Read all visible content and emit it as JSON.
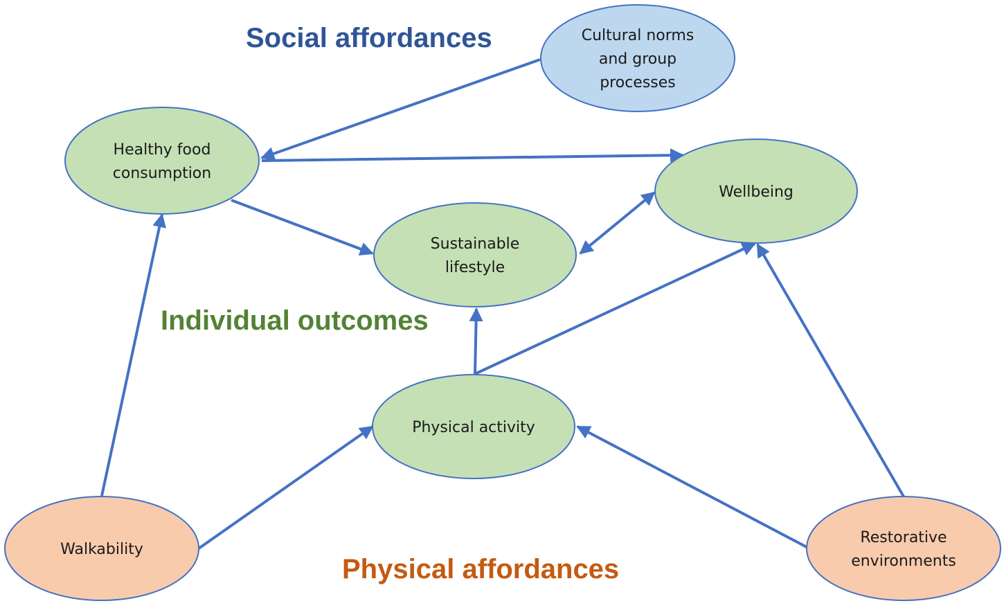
{
  "colors": {
    "social": "#2f5597",
    "individual": "#548235",
    "physical": "#c55a11",
    "arrow": "#4472c4",
    "green_fill": "#c5e0b4",
    "green_stroke": "#4472c4",
    "blue_fill": "#bdd7ee",
    "orange_fill": "#f8cbad"
  },
  "sections": {
    "social": "Social affordances",
    "individual": "Individual outcomes",
    "physical": "Physical affordances"
  },
  "nodes": {
    "cultural_norms": {
      "lines": [
        "Cultural norms",
        "and group",
        "processes"
      ],
      "category": "social"
    },
    "healthy_food": {
      "lines": [
        "Healthy food",
        "consumption"
      ],
      "category": "individual"
    },
    "wellbeing": {
      "lines": [
        "Wellbeing"
      ],
      "category": "individual"
    },
    "sustainable": {
      "lines": [
        "Sustainable",
        "lifestyle"
      ],
      "category": "individual"
    },
    "physical_activity": {
      "lines": [
        "Physical activity"
      ],
      "category": "individual"
    },
    "walkability": {
      "lines": [
        "Walkability"
      ],
      "category": "physical"
    },
    "restorative": {
      "lines": [
        "Restorative",
        "environments"
      ],
      "category": "physical"
    }
  },
  "edges": [
    {
      "from": "cultural_norms",
      "to": "healthy_food",
      "direction": "forward"
    },
    {
      "from": "healthy_food",
      "to": "wellbeing",
      "direction": "forward"
    },
    {
      "from": "healthy_food",
      "to": "sustainable",
      "direction": "forward"
    },
    {
      "from": "sustainable",
      "to": "wellbeing",
      "direction": "both"
    },
    {
      "from": "physical_activity",
      "to": "sustainable",
      "direction": "forward"
    },
    {
      "from": "physical_activity",
      "to": "wellbeing",
      "direction": "forward"
    },
    {
      "from": "walkability",
      "to": "healthy_food",
      "direction": "forward"
    },
    {
      "from": "walkability",
      "to": "physical_activity",
      "direction": "forward"
    },
    {
      "from": "restorative",
      "to": "physical_activity",
      "direction": "forward"
    },
    {
      "from": "restorative",
      "to": "wellbeing",
      "direction": "forward"
    }
  ]
}
